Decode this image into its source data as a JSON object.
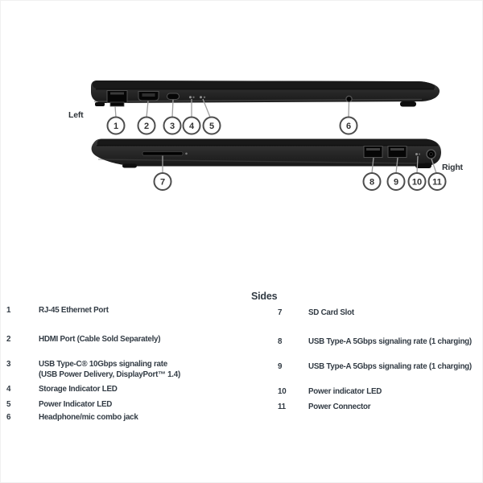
{
  "diagram": {
    "left_view": {
      "label": "Left",
      "callouts": [
        "1",
        "2",
        "3",
        "4",
        "5",
        "6"
      ]
    },
    "right_view": {
      "label": "Right",
      "callouts": [
        "7",
        "8",
        "9",
        "10",
        "11"
      ]
    }
  },
  "legend": {
    "title": "Sides",
    "left_column": [
      {
        "num": "1",
        "label": "RJ-45 Ethernet Port"
      },
      {
        "num": "2",
        "label": "HDMI Port (Cable Sold Separately)"
      },
      {
        "num": "3",
        "label": "USB Type-C® 10Gbps signaling rate",
        "label2": "(USB Power Delivery, DisplayPort™ 1.4)"
      },
      {
        "num": "4",
        "label": "Storage Indicator LED"
      },
      {
        "num": "5",
        "label": "Power Indicator LED"
      },
      {
        "num": "6",
        "label": "Headphone/mic combo jack"
      }
    ],
    "right_column": [
      {
        "num": "7",
        "label": "SD Card Slot"
      },
      {
        "num": "8",
        "label": "USB Type-A 5Gbps signaling rate (1 charging)"
      },
      {
        "num": "9",
        "label": "USB Type-A 5Gbps signaling rate (1 charging)"
      },
      {
        "num": "10",
        "label": "Power indicator LED"
      },
      {
        "num": "11",
        "label": "Power Connector"
      }
    ]
  },
  "colors": {
    "laptop_body_top": "#3d3d3d",
    "laptop_body_bottom": "#181818",
    "lid_strip": "#191919",
    "port_fill": "#060606",
    "port_stroke": "#4f4f4f",
    "leader_line": "#9e9e9e",
    "callout_stroke": "#4d4d4d",
    "callout_fill": "#ffffff",
    "text": "#323b44"
  }
}
